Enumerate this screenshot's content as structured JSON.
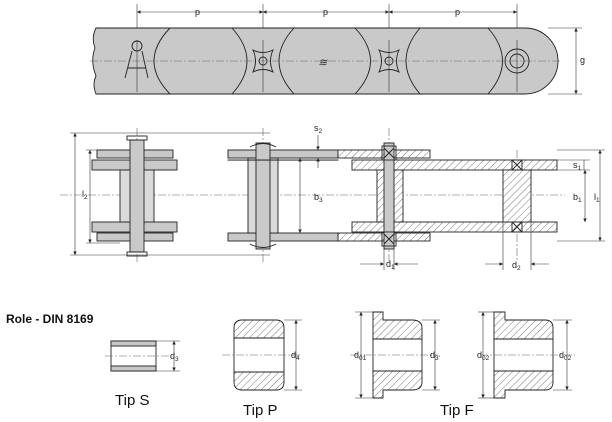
{
  "labels": {
    "p1": "p",
    "p2": "p",
    "p3": "p",
    "g": "g",
    "s2": "s",
    "s2_sub": "2",
    "s1": "s",
    "s1_sub": "1",
    "l2": "l",
    "l2_sub": "2",
    "l1": "l",
    "l1_sub": "1",
    "b3": "b",
    "b3_sub": "3",
    "b1": "b",
    "b1_sub": "1",
    "d1": "d",
    "d1_sub": "1",
    "d2": "d",
    "d2_sub": "2",
    "d3": "d",
    "d3_sub": "3",
    "d4": "d",
    "d4_sub": "4",
    "d01": "d",
    "d01_sub": "01",
    "d31": "d",
    "d31_sub": "3'",
    "d02a": "d",
    "d02a_sub": "02",
    "d02b": "d",
    "d02b_sub": "02"
  },
  "section_title": "Role - DIN 8169",
  "tips": {
    "s": "Tip S",
    "p": "Tip P",
    "f": "Tip F"
  },
  "colors": {
    "plate": "#c9c9c9",
    "line": "#222222"
  }
}
